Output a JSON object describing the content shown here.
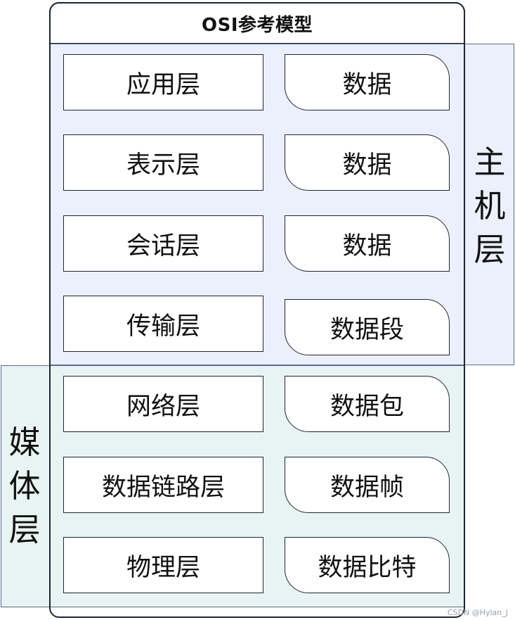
{
  "title": "OSI参考模型",
  "rows": [
    {
      "layer": "应用层",
      "unit": "数据"
    },
    {
      "layer": "表示层",
      "unit": "数据"
    },
    {
      "layer": "会话层",
      "unit": "数据"
    },
    {
      "layer": "传输层",
      "unit": "数据段"
    },
    {
      "layer": "网络层",
      "unit": "数据包"
    },
    {
      "layer": "数据链路层",
      "unit": "数据帧"
    },
    {
      "layer": "物理层",
      "unit": "数据比特"
    }
  ],
  "host_label": [
    "主",
    "机",
    "层"
  ],
  "media_label": [
    "媒",
    "体",
    "层"
  ],
  "watermark": "CSDN @Hylan_J",
  "colors": {
    "host_fill": "#ecf0fd",
    "media_fill": "#e8f4f1",
    "stroke": "#1e2535",
    "box_fill": "#ffffff"
  }
}
